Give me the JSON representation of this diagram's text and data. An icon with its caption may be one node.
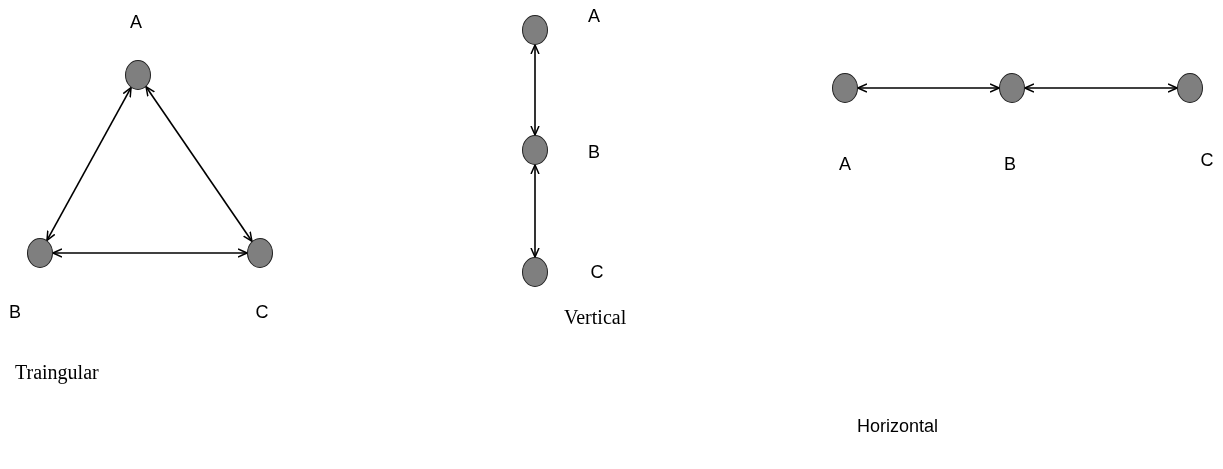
{
  "diagram": {
    "nodes": [
      {
        "text": [],
        "shape": "circle",
        "beside": [
          "A"
        ]
      },
      {
        "text": [],
        "shape": "circle",
        "beside": [
          "B"
        ]
      },
      {
        "text": [],
        "shape": "circle",
        "beside": [
          "C"
        ]
      },
      {
        "text": [],
        "shape": "circle",
        "beside": [
          "A"
        ]
      },
      {
        "text": [],
        "shape": "circle",
        "beside": [
          "B"
        ]
      },
      {
        "text": [],
        "shape": "circle",
        "beside": [
          "C"
        ]
      },
      {
        "text": [],
        "shape": "circle",
        "beside": [
          "A"
        ]
      },
      {
        "text": [],
        "shape": "circle",
        "beside": [
          "B"
        ]
      },
      {
        "text": [],
        "shape": "circle",
        "beside": [
          "C"
        ]
      }
    ],
    "edges": [
      {
        "from": 0,
        "to": 1,
        "arrow": "both"
      },
      {
        "from": 0,
        "to": 2,
        "arrow": "both"
      },
      {
        "from": 1,
        "to": 2,
        "arrow": "both"
      },
      {
        "from": 3,
        "to": 4,
        "arrow": "both"
      },
      {
        "from": 4,
        "to": 5,
        "arrow": "both"
      },
      {
        "from": 6,
        "to": 7,
        "arrow": "both"
      },
      {
        "from": 7,
        "to": 8,
        "arrow": "both"
      }
    ],
    "labels": [
      "Vertical",
      "Traingular",
      "Horizontal"
    ]
  }
}
